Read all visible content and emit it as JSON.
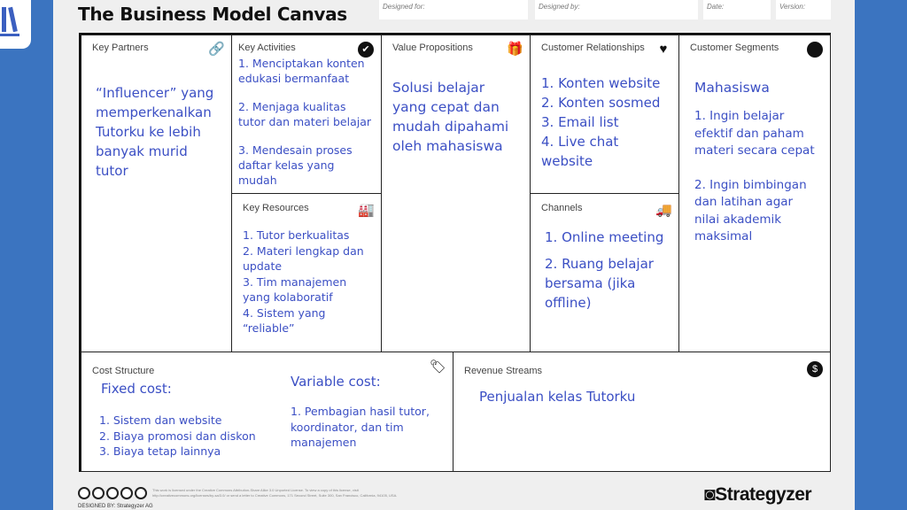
{
  "header": {
    "title": "The Business Model Canvas",
    "designed_for": "Designed for:",
    "designed_by": "Designed by:",
    "date": "Date:",
    "version": "Version:"
  },
  "blocks": {
    "key_partners": {
      "title": "Key Partners",
      "icon": "link-icon",
      "lines": [
        "“Influencer” yang",
        "memperkenalkan",
        "Tutorku ke lebih",
        "banyak murid tutor"
      ]
    },
    "key_activities": {
      "title": "Key Activities",
      "icon": "check-icon",
      "items": [
        "1. Menciptakan konten edukasi bermanfaat",
        "2. Menjaga kualitas tutor dan materi belajar",
        "3. Mendesain proses daftar kelas yang mudah"
      ]
    },
    "key_resources": {
      "title": "Key Resources",
      "icon": "factory-icon",
      "items": [
        "1. Tutor berkualitas",
        "2. Materi lengkap dan update",
        "3. Tim manajemen yang kolaboratif",
        "4. Sistem yang “reliable”"
      ]
    },
    "value_propositions": {
      "title": "Value Propositions",
      "icon": "gift-icon",
      "text": "Solusi belajar yang cepat dan mudah dipahami oleh mahasiswa"
    },
    "customer_relationships": {
      "title": "Customer Relationships",
      "icon": "heart-icon",
      "items": [
        "1.  Konten website",
        "2. Konten sosmed",
        "3. Email list",
        "4. Live chat website"
      ]
    },
    "channels": {
      "title": "Channels",
      "icon": "truck-icon",
      "items": [
        "1. Online meeting",
        "2. Ruang belajar bersama (jika offline)"
      ]
    },
    "customer_segments": {
      "title": "Customer Segments",
      "icon": "person-icon",
      "heading": "Mahasiswa",
      "items": [
        "1. Ingin belajar efektif dan paham materi secara cepat",
        "2. Ingin bimbingan dan latihan agar nilai akademik maksimal"
      ]
    },
    "cost_structure": {
      "title": "Cost Structure",
      "icon": "tag-icon",
      "fixed_heading": "Fixed cost:",
      "fixed_items": [
        "1. Sistem dan website",
        "2. Biaya promosi dan diskon",
        "3. Biaya tetap lainnya"
      ],
      "variable_heading": "Variable cost:",
      "variable_text": "1. Pembagian hasil tutor, koordinator, dan tim manajemen"
    },
    "revenue_streams": {
      "title": "Revenue Streams",
      "icon": "money-bag-icon",
      "text": "Penjualan kelas Tutorku"
    }
  },
  "footer": {
    "license": "This work is licensed under the Creative Commons Attribution-Share Alike 3.0 Unported License. To view a copy of this license, visit http://creativecommons.org/licenses/by-sa/3.0/ or send a letter to Creative Commons, 171 Second Street, Suite 300, San Francisco, California, 94105, USA.",
    "designed_by": "DESIGNED BY: Strategyzer AG",
    "brand": "Strategyzer"
  },
  "colors": {
    "accent_text": "#3b4fc4",
    "side": "#3b74c0"
  }
}
